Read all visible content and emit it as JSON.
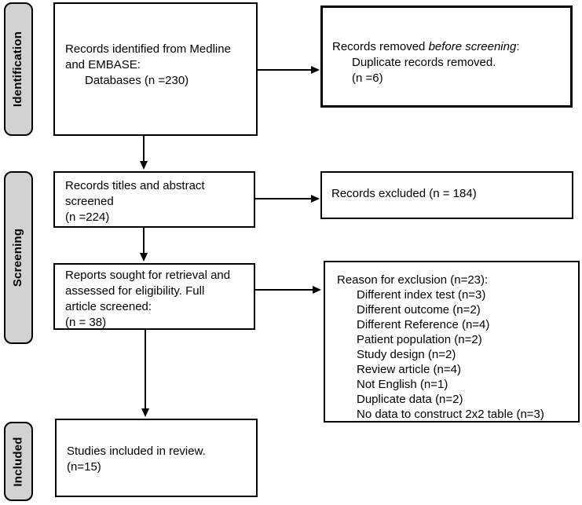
{
  "stages": [
    {
      "label": "Identification"
    },
    {
      "label": "Screening"
    },
    {
      "label": "Included"
    }
  ],
  "boxes": {
    "records_identified": {
      "lines": [
        "Records identified from Medline",
        "and EMBASE:",
        "Databases (n =230)"
      ]
    },
    "records_removed": {
      "line1_prefix": "Records removed ",
      "line1_italic": "before screening",
      "line1_suffix": ":",
      "line2": "Duplicate records removed.",
      "line3": "(n =6)"
    },
    "titles_screened": {
      "lines": [
        "Records titles and abstract",
        "screened",
        "(n =224)"
      ]
    },
    "records_excluded": {
      "text": "Records excluded (n = 184)"
    },
    "reports_sought": {
      "lines": [
        "Reports sought for retrieval and",
        "assessed for eligibility. Full",
        "article screened:",
        "(n = 38)"
      ]
    },
    "exclusion_reasons": {
      "title": "Reason for exclusion (n=23):",
      "items": [
        "Different index test (n=3)",
        "Different outcome (n=2)",
        "Different Reference (n=4)",
        "Patient population (n=2)",
        "Study design (n=2)",
        "Review article (n=4)",
        "Not English (n=1)",
        "Duplicate data (n=2)",
        "No data to construct 2x2 table (n=3)"
      ]
    },
    "studies_included": {
      "lines": [
        "Studies included in review.",
        "(n=15)"
      ]
    }
  },
  "colors": {
    "stage_fill": "#d2d2d2",
    "box_fill": "#ffffff",
    "border": "#000000",
    "arrow": "#000000",
    "background": "#ffffff"
  }
}
